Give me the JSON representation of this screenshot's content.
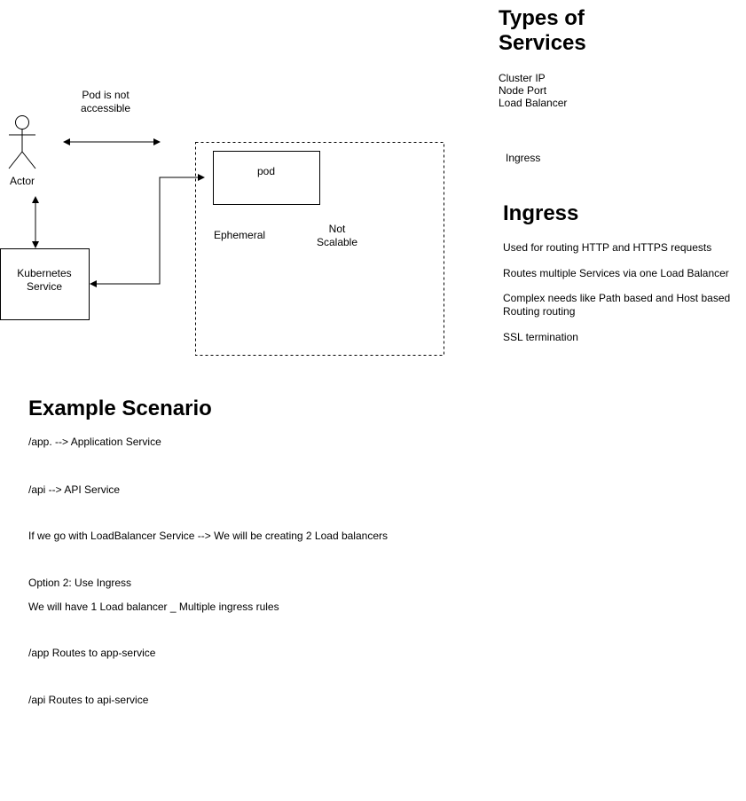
{
  "diagram": {
    "actor": {
      "label": "Actor"
    },
    "pod_access_note": "Pod is not accessible",
    "kubernetes_service": {
      "label": "Kubernetes Service"
    },
    "pod": {
      "label": "pod"
    },
    "ephemeral_label": "Ephemeral",
    "not_scalable_label": "Not Scalable"
  },
  "types_of_services": {
    "title": "Types of Services",
    "items": [
      "Cluster IP",
      "Node Port",
      "Load Balancer"
    ],
    "extra": "Ingress"
  },
  "ingress": {
    "title": "Ingress",
    "points": [
      "Used for routing HTTP and HTTPS requests",
      "Routes multiple Services via one Load Balancer",
      "Complex needs like Path based and Host based Routing routing",
      "SSL termination"
    ]
  },
  "example_scenario": {
    "title": "Example Scenario",
    "lines": [
      "/app. --> Application Service",
      "/api  --> API Service",
      "If we go with LoadBalancer Service --> We will be creating 2 Load balancers",
      "Option 2: Use Ingress",
      "We will have 1 Load balancer _ Multiple ingress rules",
      "/app  Routes to app-service",
      "/api Routes to api-service"
    ]
  }
}
